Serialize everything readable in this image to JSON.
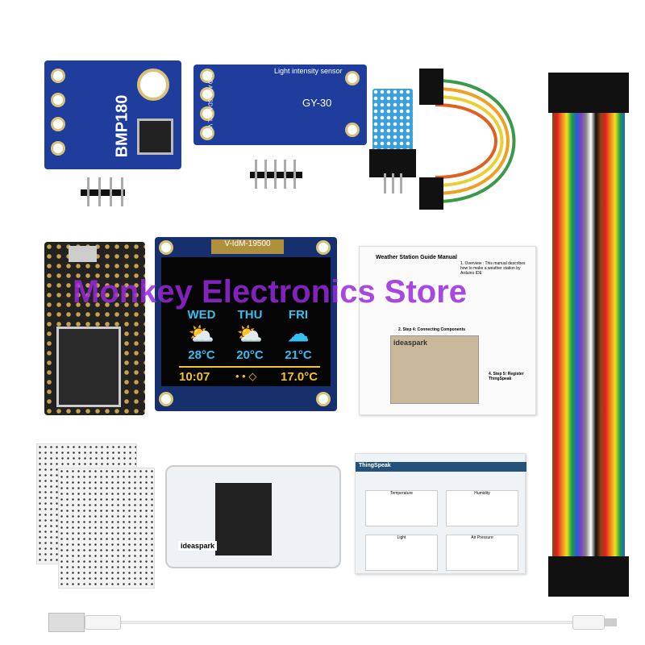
{
  "watermark": "Monkey Electronics Store",
  "bmp180": {
    "label": "BMP180"
  },
  "gy30": {
    "title": "Light intensity sensor",
    "label": "GY-30",
    "pins": "GND ADD SDA SCL VCC"
  },
  "oled": {
    "header": "V-IdM-19500",
    "days": [
      {
        "day": "WED",
        "temp": "28°C",
        "icon": "partly-cloudy-icon"
      },
      {
        "day": "THU",
        "temp": "20°C",
        "icon": "partly-cloudy-icon"
      },
      {
        "day": "FRI",
        "temp": "21°C",
        "icon": "cloud-icon"
      }
    ],
    "time": "10:07",
    "indicator": "• • ◇",
    "indoor_temp": "17.0°C"
  },
  "manual": {
    "title": "Weather Station Guide Manual",
    "overview": "1. Overview : This manual describes how to make a weather station by Arduino IDE",
    "step": "2. Step 4: Connecting Components",
    "brand": "ideaspark",
    "step5": "4. Step 5: Register ThingSpeak"
  },
  "thingspeak": {
    "brand": "ThingSpeak",
    "panels": [
      "Temperature",
      "Humidity",
      "Light",
      "Air Pressure"
    ]
  },
  "box_label": "ideaspark",
  "colors": {
    "pcb": "#1f3d9c",
    "oled_blue": "#36c0f0",
    "oled_yellow": "#f2c230",
    "watermark": "#9628dc"
  }
}
